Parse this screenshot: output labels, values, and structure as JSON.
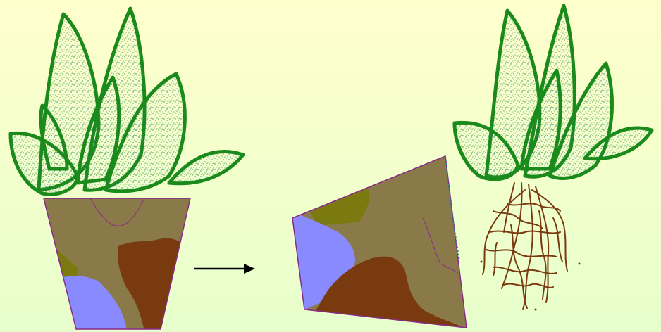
{
  "scene": {
    "description_labels": [],
    "colors": {
      "background_top": "#ffffcc",
      "background_bottom": "#e6ffcc",
      "leaf_outline": "#1a8a1a",
      "leaf_speckle_green": "#2e8b2e",
      "leaf_speckle_teal": "#2a8a8a",
      "pot_olive": "#8a7a4a",
      "pot_dark_olive": "#7a7a10",
      "pot_brown": "#7a3a10",
      "pot_blue": "#8a8aff",
      "pot_edge": "#8a2a8a",
      "root_brown": "#7a3a10",
      "arrow": "#000000"
    },
    "icons": [
      "potted-plant-illustration",
      "right-arrow-icon",
      "tipped-pot-illustration",
      "uprooted-plant-illustration"
    ]
  }
}
